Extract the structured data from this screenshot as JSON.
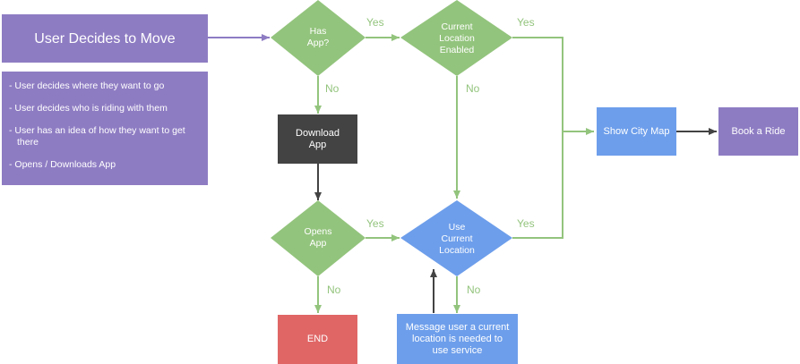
{
  "colors": {
    "purple": "#8e7cc3",
    "green": "#93c47d",
    "blue": "#6d9eeb",
    "dark": "#434343",
    "red": "#e06666",
    "white": "#ffffff"
  },
  "start": {
    "label": "User Decides to Move"
  },
  "notes": [
    "- User decides where they want to go",
    "- User decides who is riding with them",
    "- User has an idea of how they want to get",
    "there",
    "- Opens / Downloads App"
  ],
  "decisions": {
    "has_app": "Has\nApp?",
    "location_enabled": "Current\nLocation\nEnabled",
    "opens_app": "Opens\nApp",
    "use_location": "Use\nCurrent\nLocation"
  },
  "process": {
    "download_app": "Download\nApp",
    "end": "END",
    "message_user": "Message user a current location is needed to use service",
    "show_city_map": "Show City Map",
    "book_ride": "Book a Ride"
  },
  "edge_labels": {
    "yes": "Yes",
    "no": "No"
  }
}
